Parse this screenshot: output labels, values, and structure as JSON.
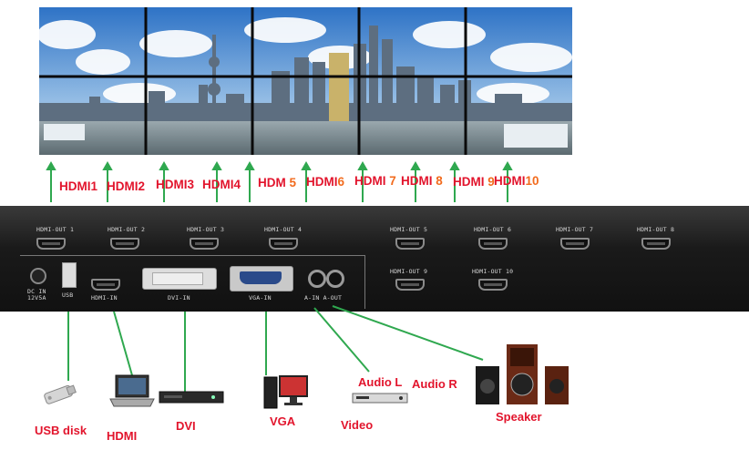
{
  "wall_labels": {
    "h1": "HDMI1",
    "h2": "HDMI2",
    "h3": "HDMI3",
    "h4": "HDMI4",
    "h5a": "HDM",
    "h5b": "5",
    "h6a": "HDMI",
    "h6b": "6",
    "h7a": "HDMI",
    "h7b": "7",
    "h8a": "HDMI",
    "h8b": "8",
    "h9a": "HDMI",
    "h9b": "9",
    "h10a": "HDMI",
    "h10b": "10"
  },
  "ports": {
    "out1": "HDMI-OUT 1",
    "out2": "HDMI-OUT 2",
    "out3": "HDMI-OUT 3",
    "out4": "HDMI-OUT 4",
    "out5": "HDMI-OUT 5",
    "out6": "HDMI-OUT 6",
    "out7": "HDMI-OUT 7",
    "out8": "HDMI-OUT 8",
    "out9": "HDMI-OUT 9",
    "out10": "HDMI-OUT 10",
    "dc1": "DC IN",
    "dc2": "12V5A",
    "usb": "USB",
    "hdmi_in": "HDMI-IN",
    "dvi_in": "DVI-IN",
    "vga_in": "VGA-IN",
    "audio": "A-IN A-OUT"
  },
  "devices": {
    "usb": "USB disk",
    "hdmi": "HDMI",
    "dvi": "DVI",
    "vga": "VGA",
    "video": "Video",
    "audio_l": "Audio L",
    "audio_r": "Audio R",
    "speaker": "Speaker"
  },
  "colors": {
    "label_red": "#e2142c",
    "label_orange": "#f26b1d",
    "connector_green": "#2fa84f"
  }
}
